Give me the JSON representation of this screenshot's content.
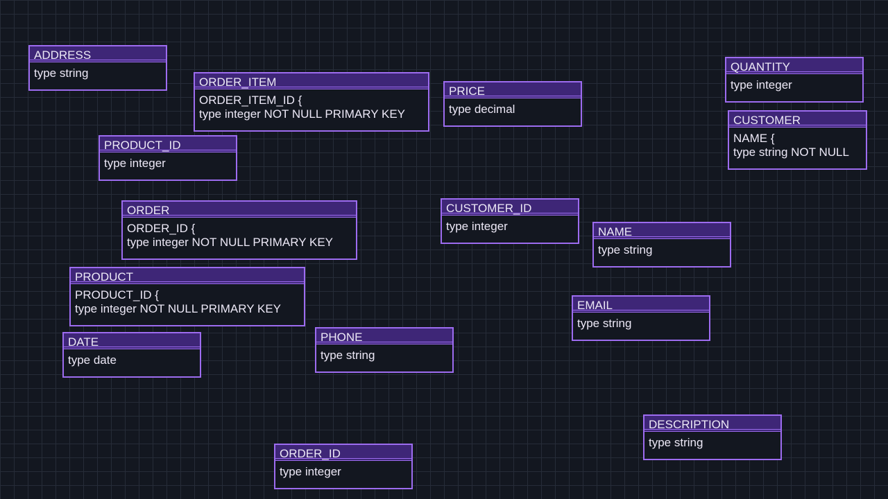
{
  "entities": {
    "address": {
      "name": "ADDRESS",
      "lines": [
        "type string"
      ]
    },
    "order_item": {
      "name": "ORDER_ITEM",
      "lines": [
        "ORDER_ITEM_ID {",
        "type integer NOT NULL PRIMARY KEY"
      ]
    },
    "price": {
      "name": "PRICE",
      "lines": [
        "type decimal"
      ]
    },
    "quantity": {
      "name": "QUANTITY",
      "lines": [
        "type integer"
      ]
    },
    "customer": {
      "name": "CUSTOMER",
      "lines": [
        "NAME {",
        "type string NOT NULL"
      ]
    },
    "product_id": {
      "name": "PRODUCT_ID",
      "lines": [
        "type integer"
      ]
    },
    "order": {
      "name": "ORDER",
      "lines": [
        "ORDER_ID {",
        "type integer NOT NULL PRIMARY KEY"
      ]
    },
    "customer_id": {
      "name": "CUSTOMER_ID",
      "lines": [
        "type integer"
      ]
    },
    "name": {
      "name": "NAME",
      "lines": [
        "type string"
      ]
    },
    "product": {
      "name": "PRODUCT",
      "lines": [
        "PRODUCT_ID {",
        "type integer NOT NULL PRIMARY KEY"
      ]
    },
    "email": {
      "name": "EMAIL",
      "lines": [
        "type string"
      ]
    },
    "date": {
      "name": "DATE",
      "lines": [
        "type date"
      ]
    },
    "phone": {
      "name": "PHONE",
      "lines": [
        "type string"
      ]
    },
    "description": {
      "name": "DESCRIPTION",
      "lines": [
        "type string"
      ]
    },
    "order_id": {
      "name": "ORDER_ID",
      "lines": [
        "type integer"
      ]
    }
  }
}
